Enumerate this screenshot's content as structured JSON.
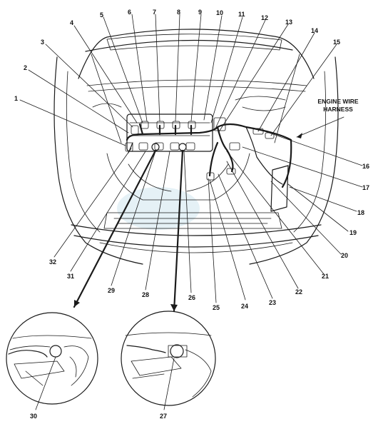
{
  "callouts": [
    "1",
    "2",
    "3",
    "4",
    "5",
    "6",
    "7",
    "8",
    "9",
    "10",
    "11",
    "12",
    "13",
    "14",
    "15",
    "16",
    "17",
    "18",
    "19",
    "20",
    "21",
    "22",
    "23",
    "24",
    "25",
    "26",
    "27",
    "28",
    "29",
    "30",
    "31",
    "32"
  ],
  "harness_label": {
    "line1": "ENGINE WIRE",
    "line2": "HARNESS"
  }
}
